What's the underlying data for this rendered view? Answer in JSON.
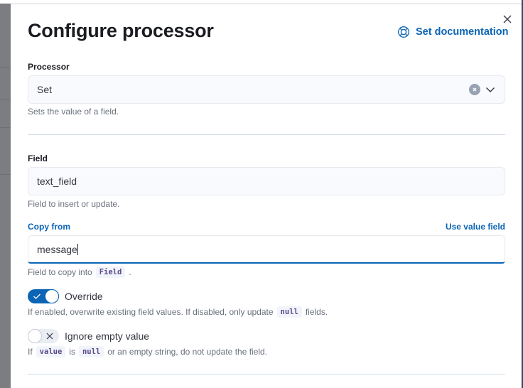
{
  "flyout": {
    "title": "Configure processor",
    "doc_link": {
      "label": "Set documentation",
      "icon": "help-lifebuoy-icon"
    },
    "close_icon": "close-icon"
  },
  "processor": {
    "label": "Processor",
    "value": "Set",
    "help": "Sets the value of a field.",
    "clear_icon": "clear-icon",
    "dropdown_icon": "chevron-down-icon"
  },
  "field": {
    "label": "Field",
    "value": "text_field",
    "help": "Field to insert or update."
  },
  "copy_from": {
    "label": "Copy from",
    "toggle_link": "Use value field",
    "value": "message",
    "help_prefix": "Field to copy into",
    "help_code": "Field",
    "help_suffix": "."
  },
  "override": {
    "label": "Override",
    "checked": true,
    "help_prefix": "If enabled, overwrite existing field values. If disabled, only update",
    "help_code": "null",
    "help_suffix": "fields."
  },
  "ignore_empty": {
    "label": "Ignore empty value",
    "checked": false,
    "help_prefix": "If",
    "help_code1": "value",
    "help_mid": "is",
    "help_code2": "null",
    "help_suffix": "or an empty string, do not update the field."
  },
  "colors": {
    "accent": "#0b64b5",
    "title": "#1a1c21",
    "help_text": "#69707d",
    "code_text": "#5a4b8a",
    "input_bg": "#f9fafd"
  }
}
